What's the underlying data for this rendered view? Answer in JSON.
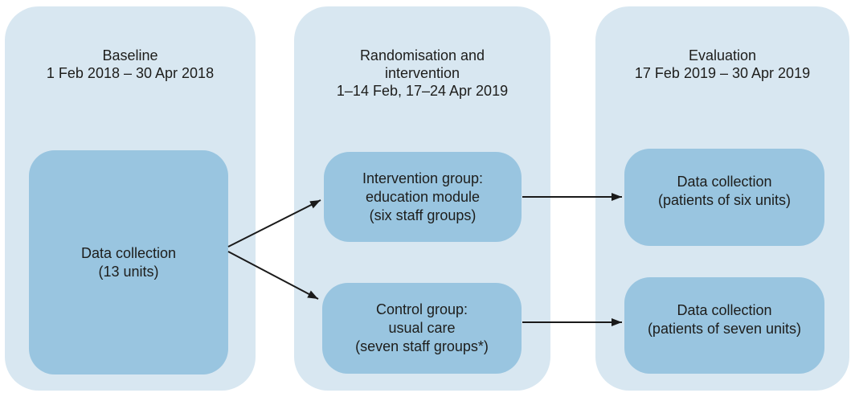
{
  "colors": {
    "column_bg": "#d8e7f1",
    "box_bg": "#99c5e0",
    "arrow": "#1a1a1a",
    "text": "#1d1d1b",
    "page_bg": "#ffffff"
  },
  "diagram": {
    "columns": [
      {
        "id": "baseline",
        "header": {
          "line1": "Baseline",
          "line2": "1 Feb 2018 – 30 Apr 2018"
        },
        "boxes": [
          {
            "lines": [
              "Data collection",
              "(13 units)"
            ]
          }
        ]
      },
      {
        "id": "randomisation-and-intervention",
        "header": {
          "line1": "Randomisation and",
          "line2": "intervention",
          "line3": "1–14 Feb, 17–24 Apr 2019"
        },
        "boxes": [
          {
            "lines": [
              "Intervention group:",
              "education module",
              "(six staff groups)"
            ]
          },
          {
            "lines": [
              "Control group:",
              "usual care",
              "(seven staff groups*)"
            ]
          }
        ]
      },
      {
        "id": "evaluation",
        "header": {
          "line1": "Evaluation",
          "line2": "17 Feb 2019 – 30 Apr 2019"
        },
        "boxes": [
          {
            "lines": [
              "Data collection",
              "(patients of six units)"
            ]
          },
          {
            "lines": [
              "Data collection",
              "(patients of seven units)"
            ]
          }
        ]
      }
    ]
  }
}
